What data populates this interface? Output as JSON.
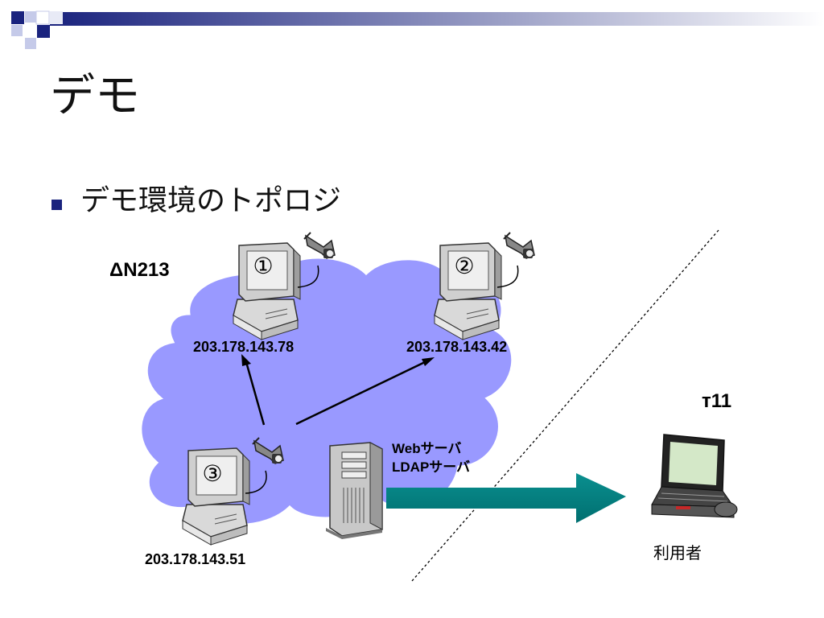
{
  "slide": {
    "title": "デモ",
    "bullet": "デモ環境のトポロジ"
  },
  "diagram": {
    "network_label": "ΔN213",
    "terminal_label": "т11",
    "hosts": [
      {
        "marker": "①",
        "ip": "203.178.143.78"
      },
      {
        "marker": "②",
        "ip": "203.178.143.42"
      },
      {
        "marker": "③",
        "ip": "203.178.143.51"
      }
    ],
    "server": {
      "line1": "Webサーバ",
      "line2": "LDAPサーバ"
    },
    "user_label": "利用者"
  },
  "colors": {
    "cloud": "#9999ff",
    "arrow": "#008080",
    "header_bar": "#1a237e",
    "bullet": "#1a237e"
  }
}
